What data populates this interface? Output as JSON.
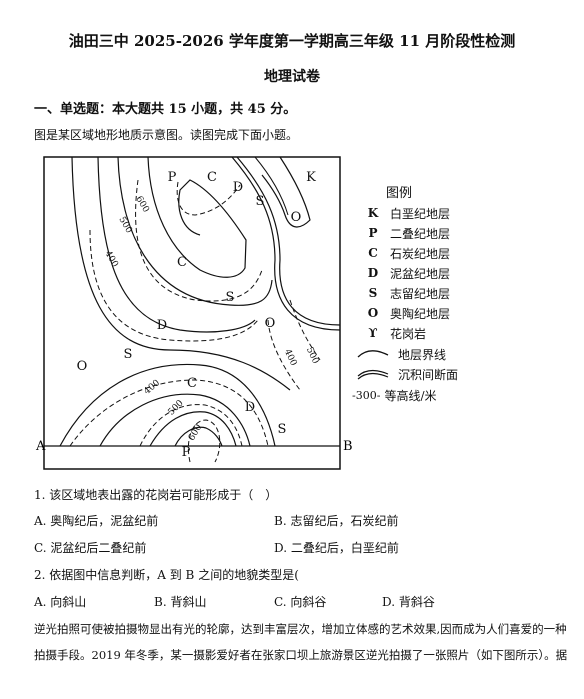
{
  "header": {
    "title": "油田三中 2025-2026 学年度第一学期高三年级 11 月阶段性检测",
    "subtitle": "地理试卷"
  },
  "section": {
    "heading": "一、单选题：本大题共 15 小题，共 45 分。",
    "intro": "图是某区域地形地质示意图。读图完成下面小题。"
  },
  "map": {
    "unit_labels": {
      "P1": "P",
      "C1": "C",
      "D1": "D",
      "K1": "K",
      "S1": "S",
      "O1": "O",
      "C2": "C",
      "S2": "S",
      "D2": "D",
      "O2": "O",
      "O3": "O",
      "S3": "S",
      "C3": "C",
      "D3": "D",
      "S4": "S",
      "P2": "P"
    },
    "contours": {
      "c600a": "600",
      "c500a": "500",
      "c400a": "400",
      "c400b": "400",
      "c500b": "500",
      "c400c": "400",
      "c500c": "500",
      "c600b": "600"
    },
    "endpoint_a": "A",
    "endpoint_b": "B"
  },
  "legend": {
    "title": "图例",
    "items": [
      {
        "symbol": "K",
        "label": "白垩纪地层"
      },
      {
        "symbol": "P",
        "label": "二叠纪地层"
      },
      {
        "symbol": "C",
        "label": "石炭纪地层"
      },
      {
        "symbol": "D",
        "label": "泥盆纪地层"
      },
      {
        "symbol": "S",
        "label": "志留纪地层"
      },
      {
        "symbol": "O",
        "label": "奥陶纪地层"
      },
      {
        "symbol": "ϒ",
        "label": "花岗岩"
      },
      {
        "symbol": "",
        "label": "地层界线"
      },
      {
        "symbol": "",
        "label": "沉积间断面"
      },
      {
        "symbol": "-300-",
        "label": "等高线/米"
      }
    ]
  },
  "questions": [
    {
      "stem": "1. 该区域地表出露的花岗岩可能形成于（　）",
      "options": [
        "A. 奥陶纪后，泥盆纪前",
        "B. 志留纪后，石炭纪前",
        "C. 泥盆纪后二叠纪前",
        "D. 二叠纪后，白垩纪前"
      ]
    },
    {
      "stem": "2. 依据图中信息判断，A 到 B 之间的地貌类型是(",
      "options": [
        "A. 向斜山",
        "B. 背斜山",
        "C. 向斜谷",
        "D. 背斜谷"
      ]
    }
  ],
  "passage": {
    "line1": "逆光拍照可使被拍摄物显出有光的轮廓，达到丰富层次，增加立体感的艺术效果,因而成为人们喜爱的一种",
    "line2": "拍摄手段。2019 年冬季，某一摄影爱好者在张家口坝上旅游景区逆光拍摄了一张照片（如下图所示）。据"
  }
}
